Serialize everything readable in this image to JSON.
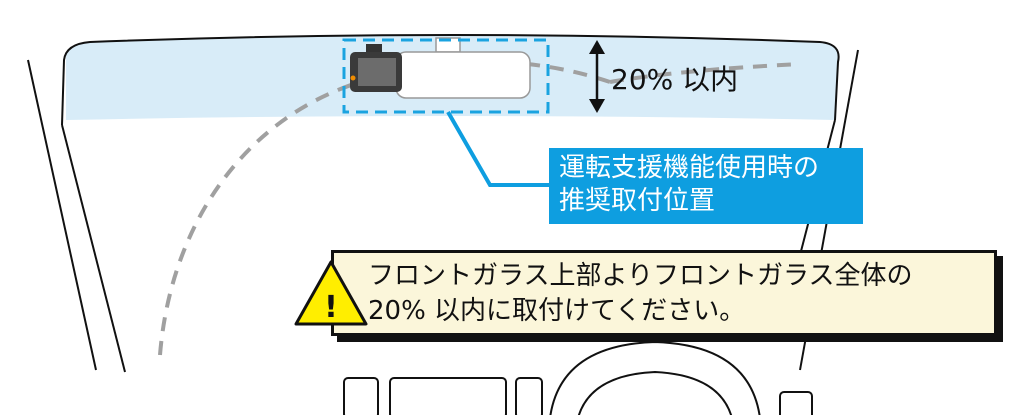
{
  "labels": {
    "height_limit": "20% 以内",
    "callout_line1": "運転支援機能使用時の",
    "callout_line2": "推奨取付位置",
    "warning_line1": "フロントガラス上部よりフロントガラス全体の",
    "warning_line2": "20% 以内に取付けてください。"
  },
  "warning_icon": {
    "name": "warning-icon",
    "glyph": "!"
  },
  "colors": {
    "windshield_band": "#d8ecf8",
    "callout_blue": "#0e9ee0",
    "dashed_blue": "#1aa3e0",
    "warning_fill": "#fbf6da",
    "warning_triangle": "#ffee00",
    "dash_gray": "#a0a0a0",
    "outline": "#111111"
  }
}
